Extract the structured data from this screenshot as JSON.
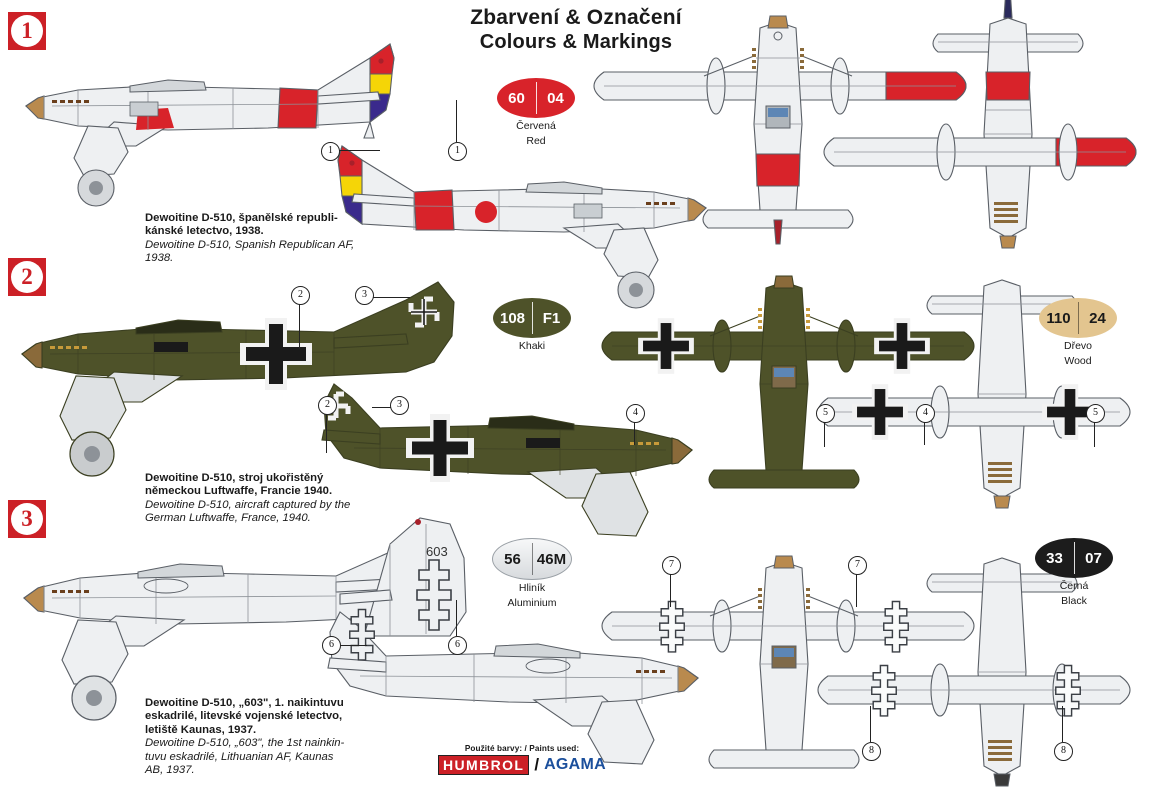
{
  "header": {
    "title_cs": "Zbarvení & Označení",
    "title_en": "Colours & Markings"
  },
  "variants": [
    {
      "number": "1",
      "caption_cs_l1": "Dewoitine D-510, španělské republi-",
      "caption_cs_l2": "kánské letectvo, 1938.",
      "caption_en_l1": "Dewoitine D-510, Spanish Republican AF,",
      "caption_en_l2": "1938.",
      "callouts": [
        "1",
        "1",
        "1"
      ]
    },
    {
      "number": "2",
      "caption_cs_l1": "Dewoitine D-510, stroj ukořistěný",
      "caption_cs_l2": "německou Luftwaffe, Francie 1940.",
      "caption_en_l1": "Dewoitine D-510, aircraft captured by the",
      "caption_en_l2": "German Luftwaffe, France, 1940.",
      "callouts": [
        "2",
        "3",
        "3",
        "2",
        "4",
        "5",
        "4",
        "5"
      ]
    },
    {
      "number": "3",
      "caption_cs_l1": "Dewoitine D-510, „603\", 1. naikintuvu",
      "caption_cs_l2": "eskadrilé, litevské vojenské letectvo,",
      "caption_cs_l3": "letiště Kaunas, 1937.",
      "caption_en_l1": "Dewoitine D-510, „603\", the 1st nainkin-",
      "caption_en_l2": "tuvu eskadrilé, Lithuanian AF, Kaunas",
      "caption_en_l3": "AB, 1937.",
      "tail_code": "603",
      "callouts": [
        "6",
        "6",
        "7",
        "7",
        "8",
        "8"
      ]
    }
  ],
  "paints": [
    {
      "id": "red",
      "humbrol": "60",
      "agama": "04",
      "name_cs": "Červená",
      "name_en": "Red",
      "color": "#d8232a",
      "text": "light-on-dark"
    },
    {
      "id": "khaki",
      "humbrol": "108",
      "agama": "F1",
      "name_cs": "Khaki",
      "name_en": "",
      "color": "#4e5229",
      "text": "light-on-dark"
    },
    {
      "id": "wood",
      "humbrol": "110",
      "agama": "24",
      "name_cs": "Dřevo",
      "name_en": "Wood",
      "color": "#e3c58f",
      "text": "dark-on-light"
    },
    {
      "id": "alu",
      "humbrol": "56",
      "agama": "46M",
      "name_cs": "Hliník",
      "name_en": "Aluminium",
      "color": "#e9eaec",
      "text": "dark-on-light"
    },
    {
      "id": "black",
      "humbrol": "33",
      "agama": "07",
      "name_cs": "Černá",
      "name_en": "Black",
      "color": "#1c1c1c",
      "text": "light-on-dark"
    }
  ],
  "footer": {
    "used_label": "Použité barvy: / Paints used:",
    "brand_1": "HUMBROL",
    "separator": "/",
    "brand_2": "AGAMA"
  },
  "colors": {
    "red": "#d8232a",
    "yellow": "#f5d507",
    "purple": "#3a2a8c",
    "khaki": "#4e5229",
    "wood": "#c59a5e",
    "aluminium": "#e9eaec",
    "outline": "#5a5f66",
    "badge_red": "#cc2026",
    "agama_blue": "#1b4f9c"
  }
}
